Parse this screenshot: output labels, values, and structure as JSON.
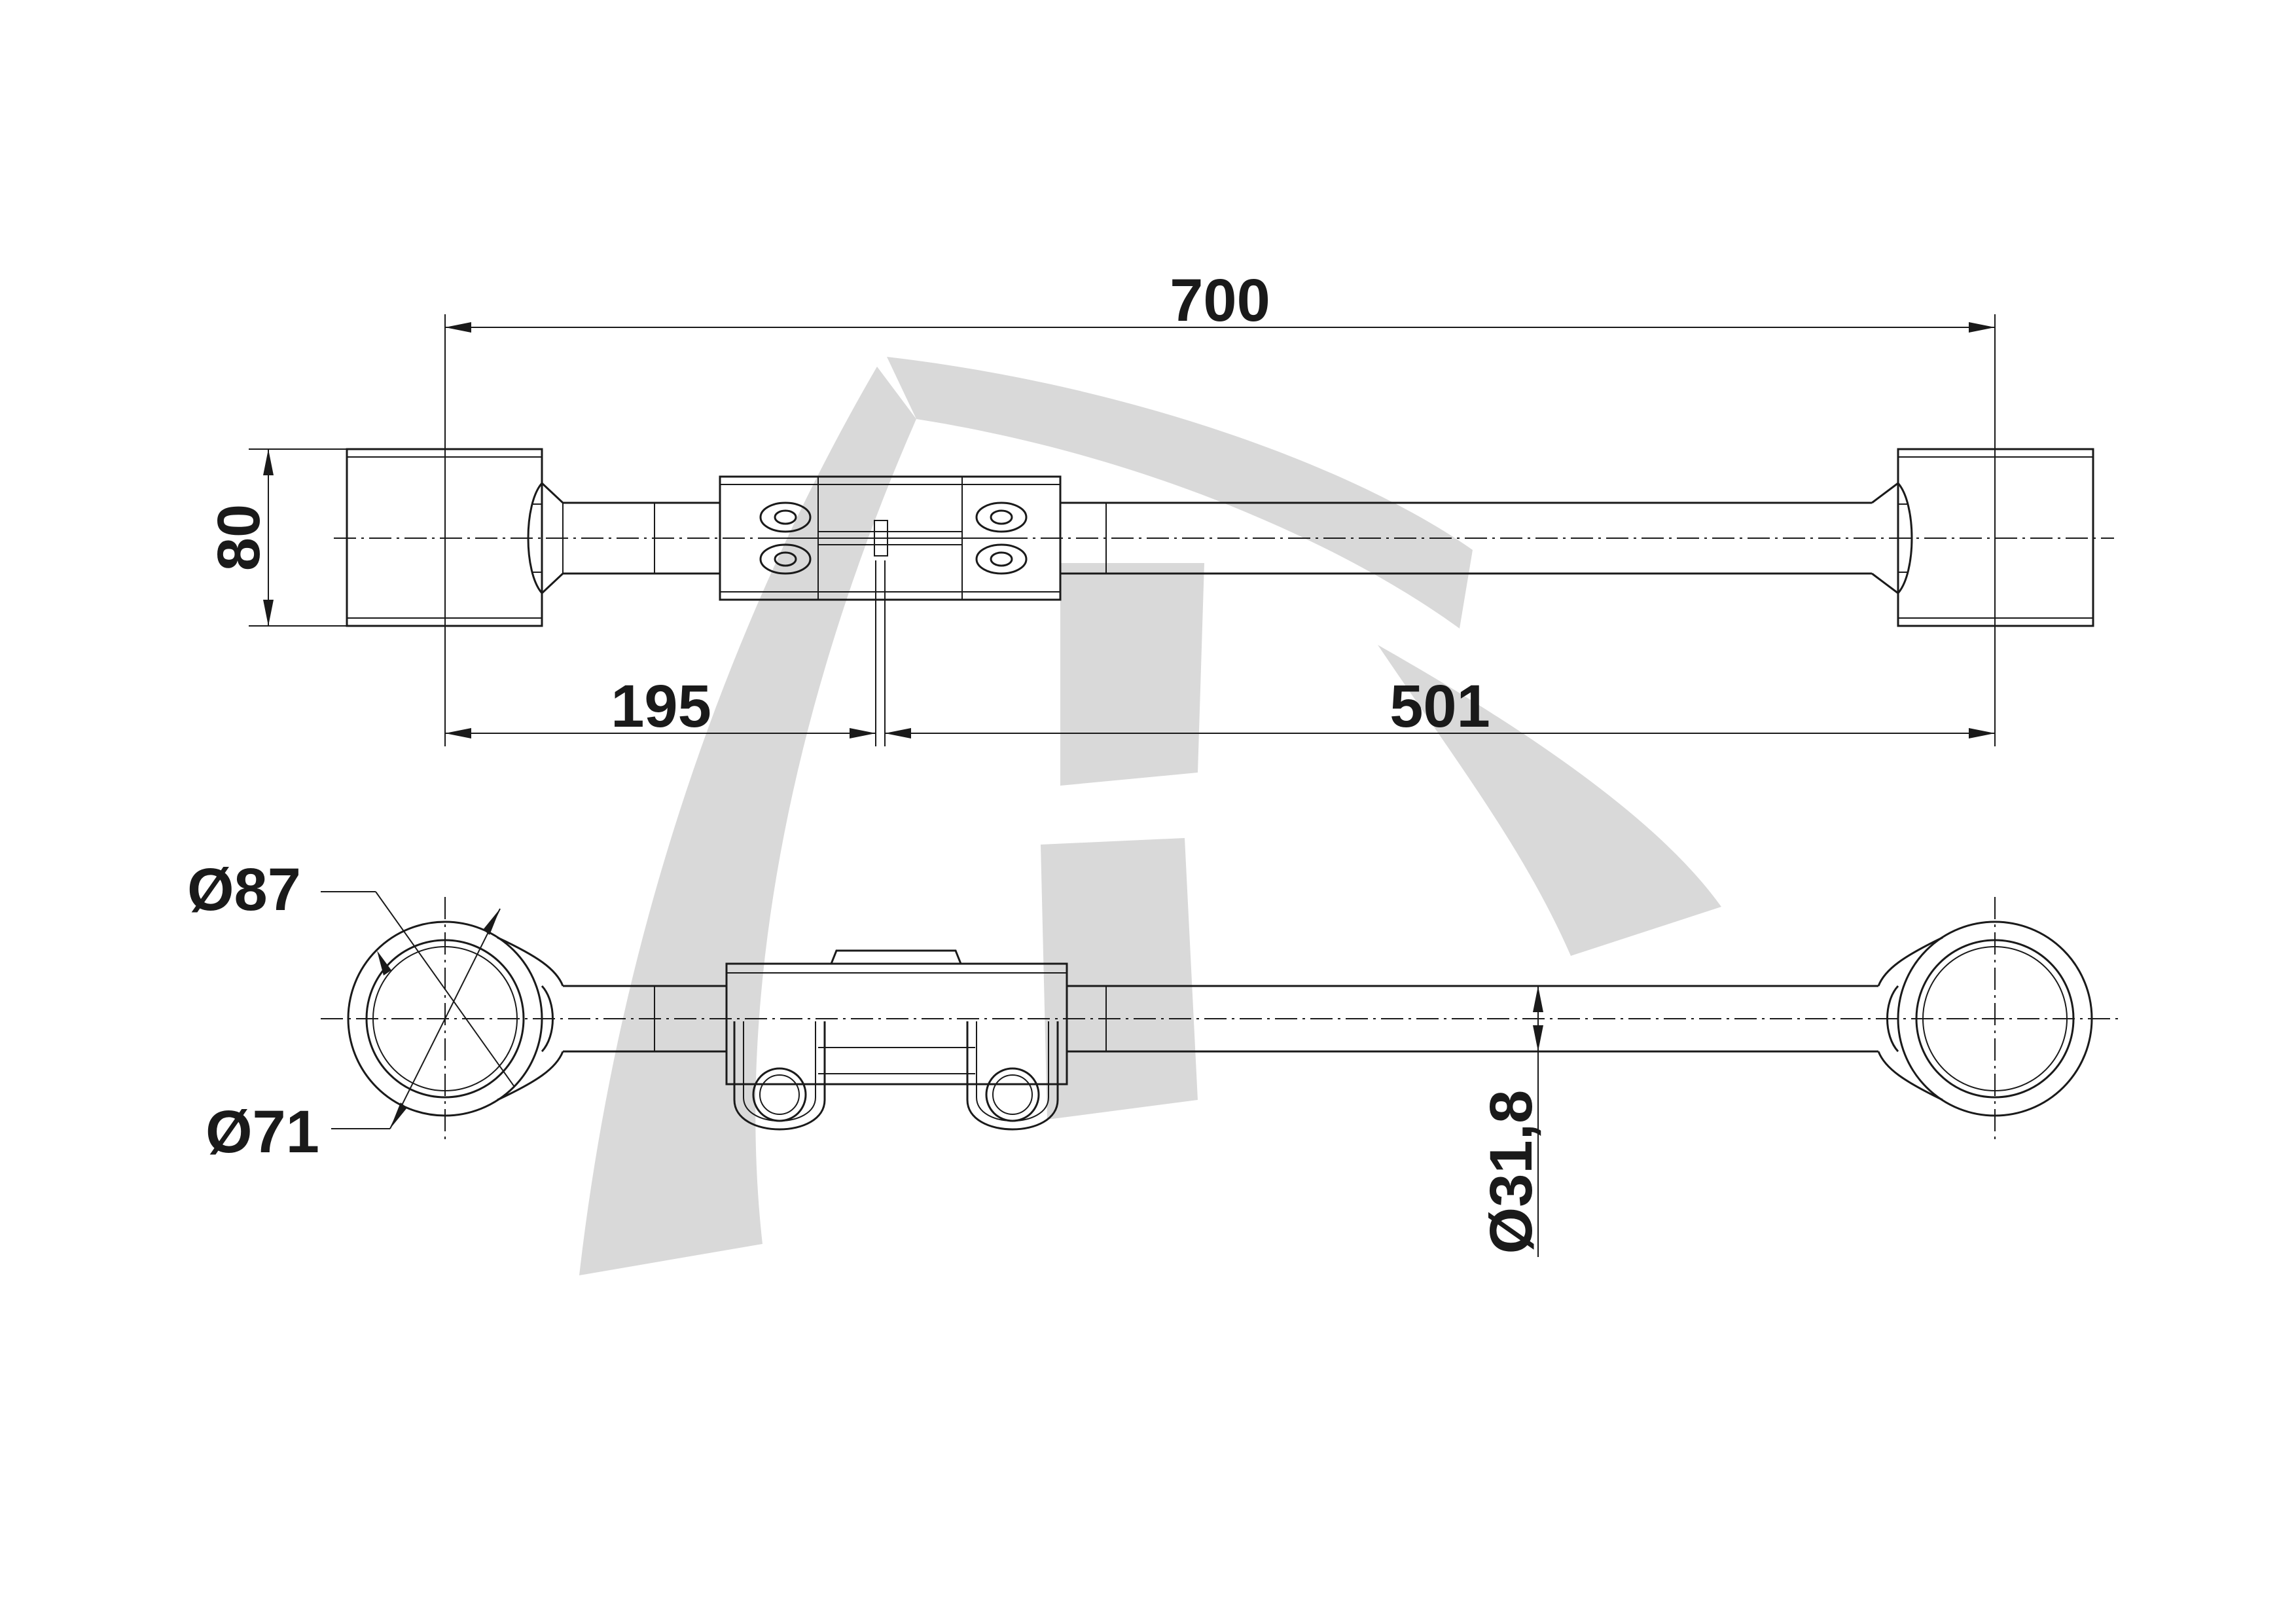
{
  "dimensions": {
    "overall_length": "700",
    "height": "80",
    "left_section": "195",
    "right_section": "501",
    "outer_diameter": "Ø87",
    "inner_diameter": "Ø71",
    "tube_diameter": "Ø31,8"
  },
  "colors": {
    "line": "#1a1a1a",
    "watermark": "#d9d9d9",
    "background": "#ffffff"
  }
}
